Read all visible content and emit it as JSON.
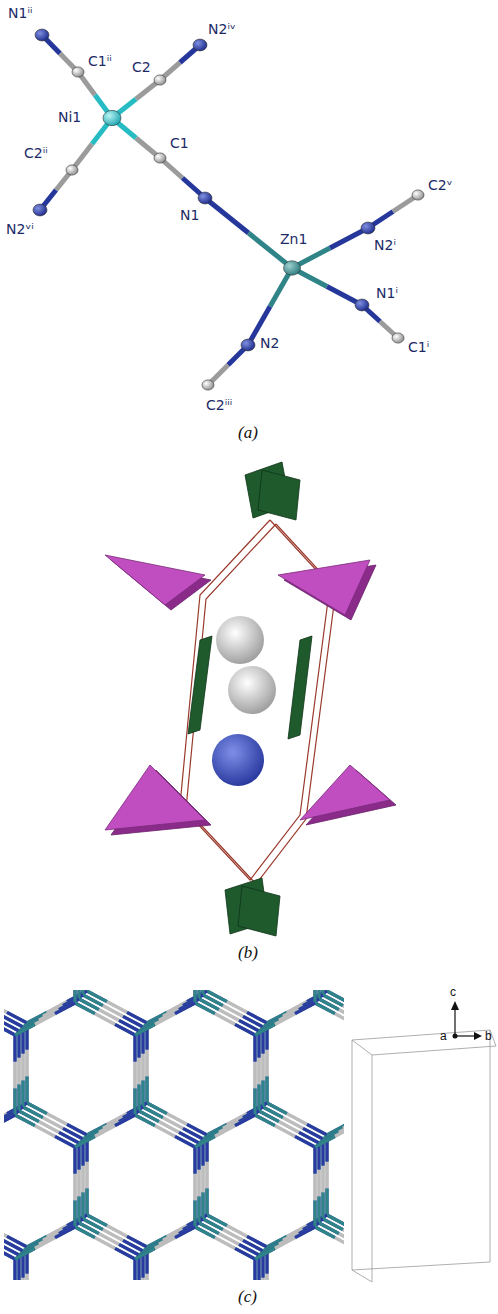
{
  "diagram": {
    "labels": [
      "N1ⁱⁱ",
      "C1ⁱⁱ",
      "Ni1",
      "C2",
      "N2ⁱᵛ",
      "C2ⁱⁱ",
      "N2ᵛⁱ",
      "C1",
      "N1",
      "Zn1",
      "N2ⁱ",
      "C2ᵛ",
      "N1ⁱ",
      "C1ⁱ",
      "N2",
      "C2ⁱⁱⁱ",
      "(a)",
      "(b)",
      "(c)",
      "c",
      "a",
      "b"
    ]
  }
}
